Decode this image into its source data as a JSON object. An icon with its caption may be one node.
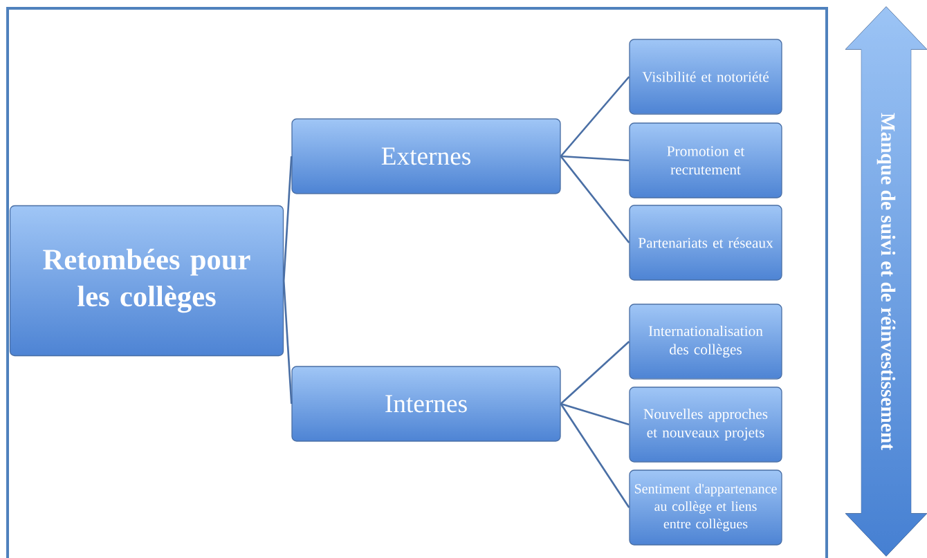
{
  "diagram": {
    "nodes": [
      {
        "text": [
          "Retombées pour les collèges"
        ]
      },
      {
        "text": [
          "Externes"
        ]
      },
      {
        "text": [
          "Internes"
        ]
      },
      {
        "text": [
          "Visibilité et notoriété"
        ]
      },
      {
        "text": [
          "Promotion et recrutement"
        ]
      },
      {
        "text": [
          "Partenariats et réseaux"
        ]
      },
      {
        "text": [
          "Internationalisation des collèges"
        ]
      },
      {
        "text": [
          "Nouvelles approches et nouveaux projets"
        ]
      },
      {
        "text": [
          "Sentiment d'appartenance au collège et liens entre collègues"
        ]
      },
      {
        "text": [
          "Manque de suivi et de réinvestissement"
        ]
      }
    ],
    "edges": [
      {
        "from": 0,
        "to": 1,
        "arrow": "none"
      },
      {
        "from": 0,
        "to": 2,
        "arrow": "none"
      },
      {
        "from": 1,
        "to": 3,
        "arrow": "none"
      },
      {
        "from": 1,
        "to": 4,
        "arrow": "none"
      },
      {
        "from": 1,
        "to": 5,
        "arrow": "none"
      },
      {
        "from": 2,
        "to": 6,
        "arrow": "none"
      },
      {
        "from": 2,
        "to": 7,
        "arrow": "none"
      },
      {
        "from": 2,
        "to": 8,
        "arrow": "none"
      }
    ]
  }
}
